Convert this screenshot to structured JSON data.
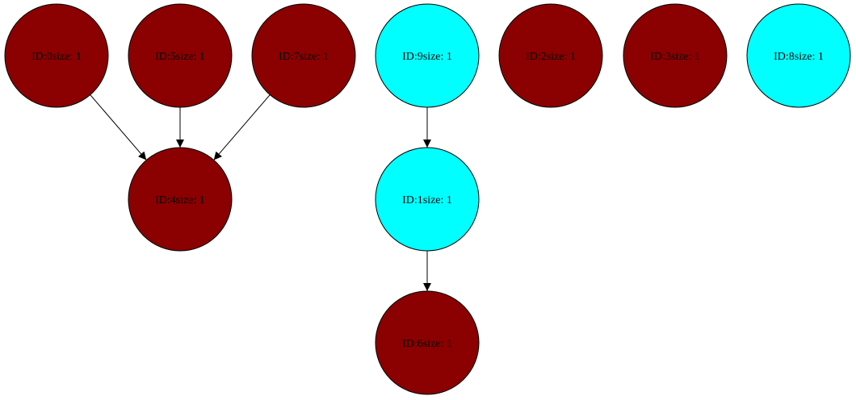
{
  "colors": {
    "dark_red": "#8b0000",
    "cyan": "#00ffff",
    "stroke": "#000000",
    "edge": "#000000"
  },
  "nodes": [
    {
      "id": "n0",
      "label": "ID:0size: 1",
      "fill": "dark_red"
    },
    {
      "id": "n5",
      "label": "ID:5size: 1",
      "fill": "dark_red"
    },
    {
      "id": "n7",
      "label": "ID:7size: 1",
      "fill": "dark_red"
    },
    {
      "id": "n9",
      "label": "ID:9size: 1",
      "fill": "cyan"
    },
    {
      "id": "n2",
      "label": "ID:2size: 1",
      "fill": "dark_red"
    },
    {
      "id": "n3",
      "label": "ID:3size: 1",
      "fill": "dark_red"
    },
    {
      "id": "n8",
      "label": "ID:8size: 1",
      "fill": "cyan"
    },
    {
      "id": "n4",
      "label": "ID:4size: 1",
      "fill": "dark_red"
    },
    {
      "id": "n1",
      "label": "ID:1size: 1",
      "fill": "cyan"
    },
    {
      "id": "n6",
      "label": "ID:6size: 1",
      "fill": "dark_red"
    }
  ],
  "edges": [
    {
      "from": "n0",
      "to": "n4"
    },
    {
      "from": "n5",
      "to": "n4"
    },
    {
      "from": "n7",
      "to": "n4"
    },
    {
      "from": "n9",
      "to": "n1"
    },
    {
      "from": "n1",
      "to": "n6"
    }
  ]
}
